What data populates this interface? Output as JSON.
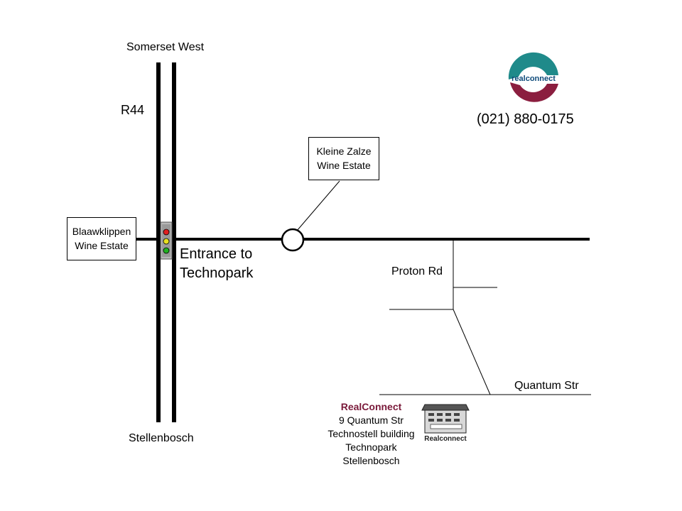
{
  "places": {
    "north": "Somerset West",
    "south": "Stellenbosch",
    "route": "R44",
    "phone": "(021) 880-0175",
    "kleine_zalze": [
      "Kleine Zalze",
      "Wine Estate"
    ],
    "blaauwklippen": [
      "Blaawklippen",
      "Wine Estate"
    ],
    "entrance": [
      "Entrance to",
      "Technopark"
    ],
    "proton": "Proton Rd",
    "quantum": "Quantum Str"
  },
  "address": {
    "name": "RealConnect",
    "line1": "9 Quantum Str",
    "line2": "Technostell building",
    "line3": "Technopark",
    "line4": "Stellenbosch"
  },
  "logo": {
    "text": "realconnect",
    "teal": "#1f8a8a",
    "maroon": "#8b1e3f"
  },
  "building": {
    "label": "Realconnect"
  },
  "traffic_light": {
    "colors": [
      "#e02020",
      "#e8e020",
      "#20b020"
    ]
  }
}
